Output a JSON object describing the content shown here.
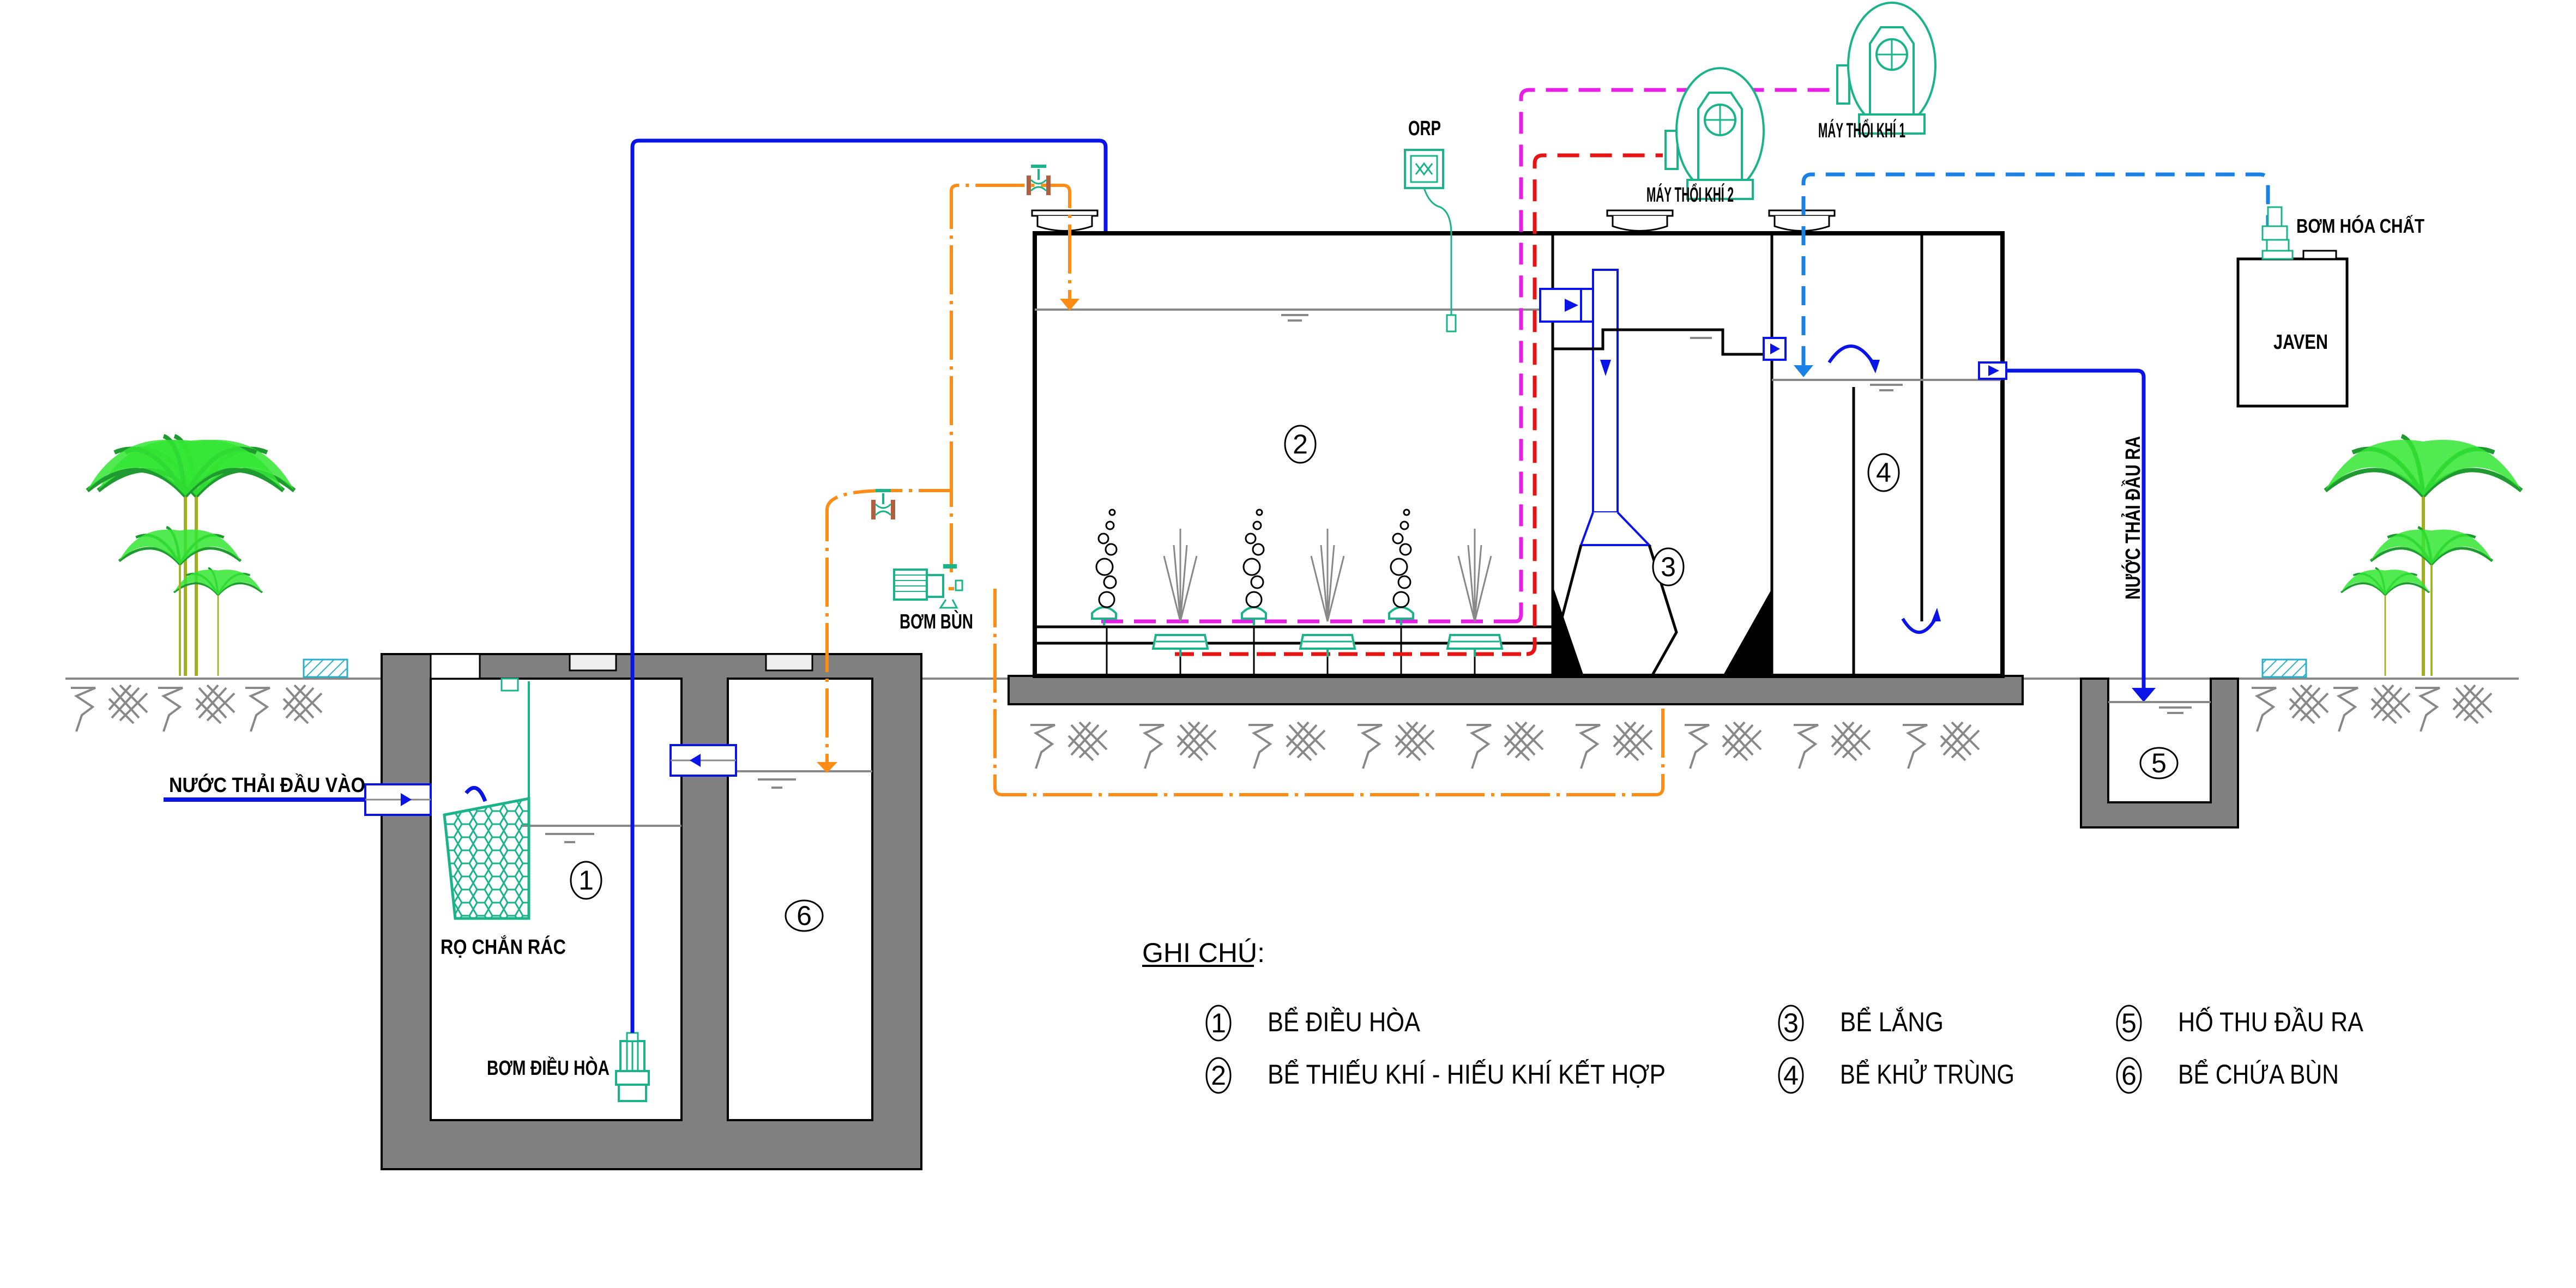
{
  "title": "Sơ đồ hệ thống xử lý nước thải",
  "labels": {
    "inlet": "NƯỚC THẢI ĐẦU VÀO",
    "outlet": "NƯỚC THẢI ĐẦU RA",
    "screen_basket": "RỌ CHẮN RÁC",
    "equalization_pump": "BƠM ĐIỀU HÒA",
    "sludge_pump": "BƠM BÙN",
    "orp": "ORP",
    "blower_1": "MÁY THỔI KHÍ 1",
    "blower_2": "MÁY THỔI KHÍ 2",
    "chemical_pump": "BƠM HÓA CHẤT",
    "chemical_tank": "JAVEN"
  },
  "tank_numbers": {
    "t1": "1",
    "t2": "2",
    "t3": "3",
    "t4": "4",
    "t5": "5",
    "t6": "6"
  },
  "legend": {
    "title": "GHI CHÚ:",
    "items": [
      {
        "num": "1",
        "label": "BỂ ĐIỀU HÒA"
      },
      {
        "num": "2",
        "label": "BỂ THIẾU KHÍ - HIẾU KHÍ KẾT HỢP"
      },
      {
        "num": "3",
        "label": "BỂ LẮNG"
      },
      {
        "num": "4",
        "label": "BỂ KHỬ TRÙNG"
      },
      {
        "num": "5",
        "label": "HỐ THU ĐẦU RA"
      },
      {
        "num": "6",
        "label": "BỂ CHỨA BÙN"
      }
    ]
  },
  "colors": {
    "water_line": "#0a14e6",
    "sludge_line": "#ff8c14",
    "air_line_1": "#e61ee6",
    "air_line_2": "#e61414",
    "chemical_line": "#1a82e6",
    "equipment": "#1ab38a",
    "concrete": "#808080",
    "vegetation": "#22e622"
  }
}
